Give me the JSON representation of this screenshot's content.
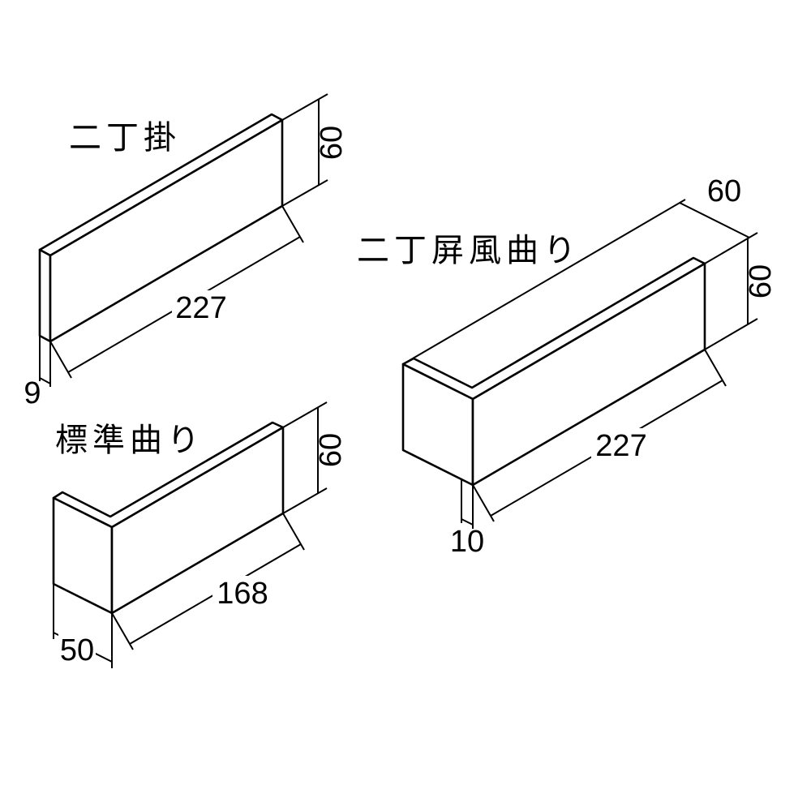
{
  "diagram": {
    "background": "#ffffff",
    "line_color": "#000000",
    "shapes": [
      {
        "id": "nichogake",
        "label": "二丁掛",
        "dimensions": {
          "length": "227",
          "height": "60",
          "thickness": "9"
        }
      },
      {
        "id": "nicho-byobu-magari",
        "label": "二丁屏風曲り",
        "dimensions": {
          "length": "227",
          "height": "60",
          "return_width": "60",
          "thickness": "10"
        }
      },
      {
        "id": "hyojun-magari",
        "label": "標準曲り",
        "dimensions": {
          "length": "168",
          "height": "60",
          "return_width": "50"
        }
      }
    ]
  }
}
